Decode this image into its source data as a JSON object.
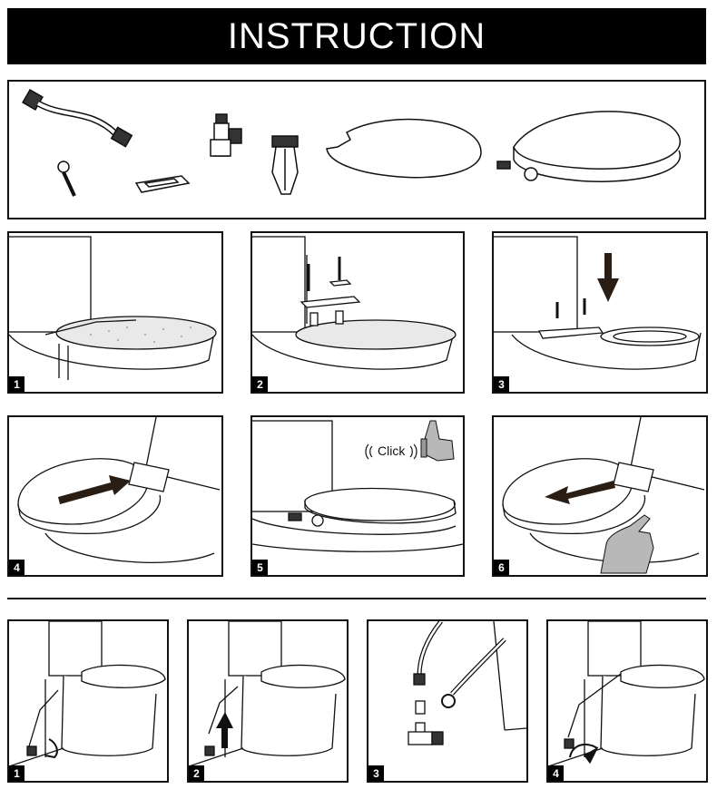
{
  "header": {
    "title": "INSTRUCTION"
  },
  "parts": {
    "items": [
      "hose-icon",
      "bolt-icon",
      "mounting-plate-icon",
      "t-valve-icon",
      "anchor-nut-icon",
      "bidet-shell-icon",
      "bidet-seat-icon"
    ]
  },
  "install_steps": {
    "step1": {
      "number": "1"
    },
    "step2": {
      "number": "2"
    },
    "step3": {
      "number": "3"
    },
    "step4": {
      "number": "4"
    },
    "step5": {
      "number": "5",
      "click_label": "Click"
    },
    "step6": {
      "number": "6"
    }
  },
  "water_steps": {
    "step1": {
      "number": "1"
    },
    "step2": {
      "number": "2"
    },
    "step3": {
      "number": "3"
    },
    "step4": {
      "number": "4"
    }
  },
  "colors": {
    "line": "#111111",
    "arrow": "#2a1d14",
    "hand": "#b8b8b8",
    "paper": "#ffffff"
  }
}
